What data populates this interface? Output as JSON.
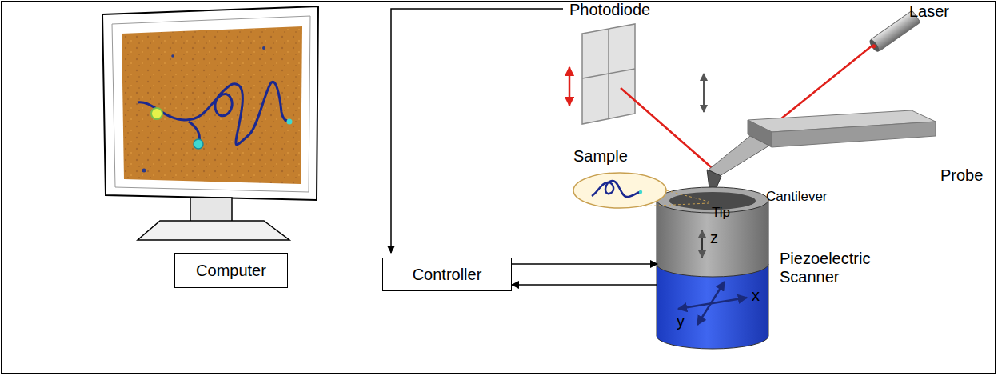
{
  "diagram": {
    "nodes": [
      {
        "text": [
          "Computer"
        ]
      },
      {
        "text": [
          "Controller"
        ]
      },
      {
        "text": [
          "z",
          "x",
          "y",
          "Piezoelectric Scanner"
        ]
      }
    ],
    "edges": [
      {
        "from": 1,
        "to": 2,
        "arrow": "to"
      },
      {
        "from": 2,
        "to": 1,
        "arrow": "to"
      }
    ],
    "labels": [
      "Photodiode",
      "Laser",
      "Sample",
      "Probe",
      "Cantilever",
      "Tip"
    ]
  }
}
